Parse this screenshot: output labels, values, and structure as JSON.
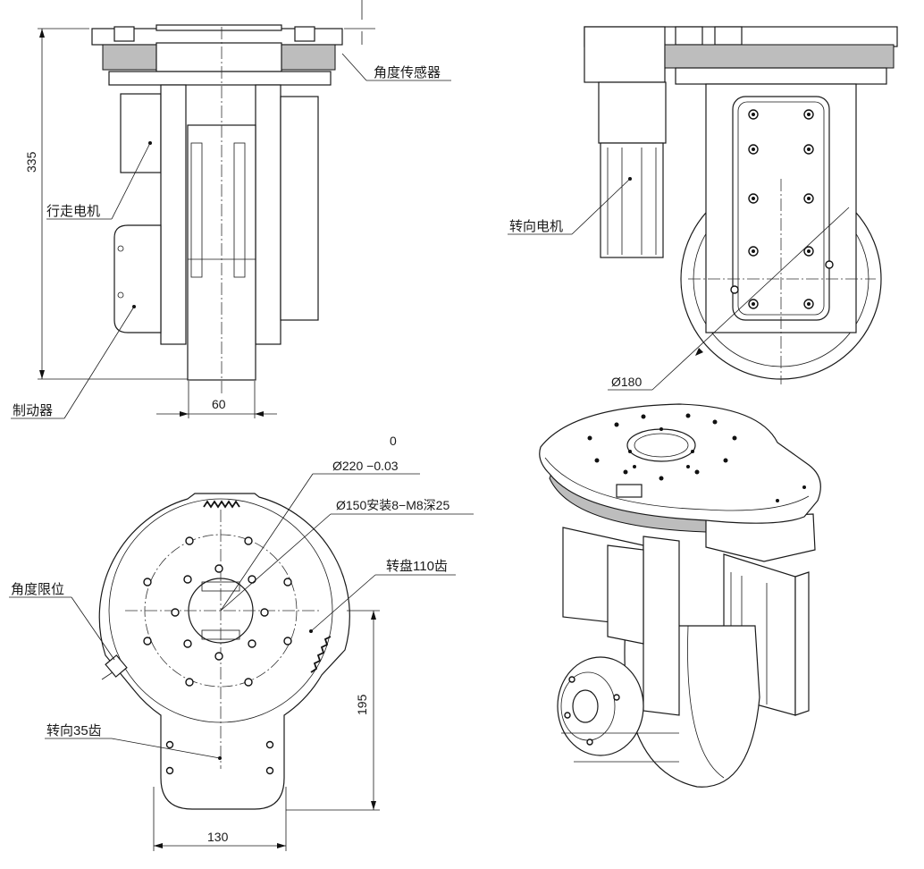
{
  "labels": {
    "angle_sensor": "角度传感器",
    "drive_motor": "行走电机",
    "brake": "制动器",
    "steering_motor": "转向电机",
    "angle_limit": "角度限位",
    "turntable_teeth": "转盘110齿",
    "steering_teeth": "转向35齿"
  },
  "dimensions": {
    "height_335": "335",
    "width_60": "60",
    "wheel_dia": "Ø180",
    "tol_upper": "0",
    "outer_dia": "Ø220 −0.03",
    "mount_dia": "Ø150安装8−M8深25",
    "offset_195": "195",
    "width_130": "130"
  }
}
